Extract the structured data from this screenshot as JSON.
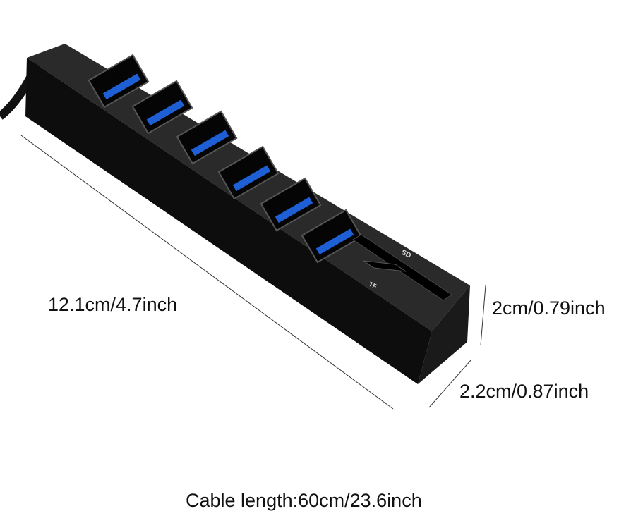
{
  "dimensions": {
    "length": "12.1cm/4.7inch",
    "height": "2cm/0.79inch",
    "width": "2.2cm/0.87inch"
  },
  "cable": "Cable length:60cm/23.6inch",
  "slots": {
    "sd": "SD",
    "tf": "TF"
  },
  "usb_port_count": 6,
  "colors": {
    "body": "#111111",
    "port": "#1f5fd6"
  }
}
